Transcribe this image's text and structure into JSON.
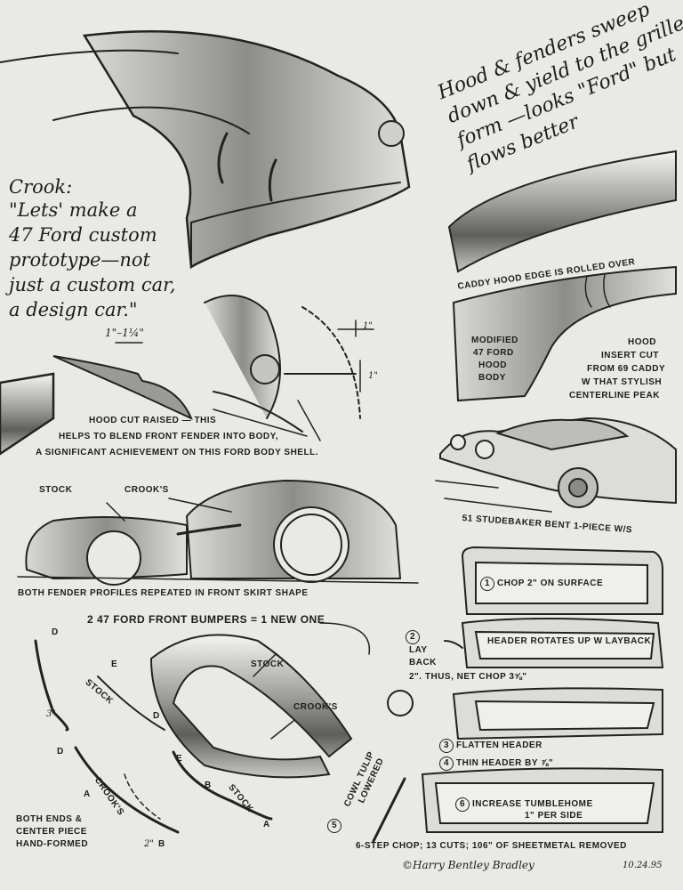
{
  "notes": {
    "hood_sweep": "Hood & fenders sweep down & yield to the grille form —looks \"Ford\" but flows better",
    "crook_1": "Crook:",
    "crook_2": "\"Lets' make a",
    "crook_3": "47 Ford custom",
    "crook_4": "prototype—not",
    "crook_5": "just a custom car,",
    "crook_6": "a design car.\""
  },
  "hood_section": {
    "dim_gap": "1\"–1¼\"",
    "dim_top": "1\"",
    "dim_side": "1\"",
    "caption_1": "HOOD CUT RAISED — THIS",
    "caption_2": "HELPS TO BLEND FRONT FENDER  INTO BODY,",
    "caption_3": "A SIGNIFICANT ACHIEVEMENT ON THIS FORD BODY SHELL."
  },
  "caddy_section": {
    "rolled_edge": "CADDY HOOD EDGE IS ROLLED OVER",
    "body_1": "MODIFIED",
    "body_2": "47 FORD",
    "body_3": "HOOD",
    "body_4": "BODY",
    "insert_1": "HOOD",
    "insert_2": "INSERT CUT",
    "insert_3": "FROM 69 CADDY",
    "insert_4": "W THAT STYLISH",
    "insert_5": "CENTERLINE PEAK"
  },
  "studebaker": {
    "caption": "51 STUDEBAKER BENT 1-PIECE W/S"
  },
  "fender_section": {
    "stock": "STOCK",
    "crooks": "CROOK'S",
    "caption": "BOTH FENDER PROFILES REPEATED IN FRONT SKIRT SHAPE"
  },
  "bumper_section": {
    "title": "2  47 FORD FRONT BUMPERS = 1 NEW ONE",
    "stock": "STOCK",
    "crooks": "CROOK'S",
    "left_stock": "STOCK",
    "left_crooks": "CROOK'S",
    "right_stock": "STOCK",
    "dim_3": "3\"",
    "dim_2": "2\"",
    "l_d1": "D",
    "l_e1": "E",
    "l_d2": "D",
    "l_d3": "D",
    "l_a": "A",
    "l_b": "B",
    "r_e": "E",
    "r_b": "B",
    "r_a": "A",
    "ends_1": "BOTH ENDS &",
    "ends_2": "CENTER PIECE",
    "ends_3": "HAND-FORMED"
  },
  "chop_steps": {
    "s1_num": "1",
    "s1": "CHOP 2\" ON SURFACE",
    "s2_num": "2",
    "s2a": "LAY",
    "s2b": "BACK",
    "s2_header": "HEADER ROTATES UP W LAYBACK",
    "s2_net": "2\". THUS, NET CHOP 3⅝\"",
    "s3_num": "3",
    "s3": "FLATTEN HEADER",
    "s4_num": "4",
    "s4": "THIN HEADER BY ⅞\"",
    "s5_num": "5",
    "s5a": "COWL TULIP",
    "s5b": "LOWERED",
    "s6_num": "6",
    "s6a": "INCREASE TUMBLEHOME",
    "s6b": "1\" PER SIDE",
    "summary": "6-STEP CHOP; 13 CUTS; 106\" OF SHEETMETAL REMOVED"
  },
  "signature": {
    "name": "©Harry Bentley Bradley",
    "date": "10.24.95"
  }
}
